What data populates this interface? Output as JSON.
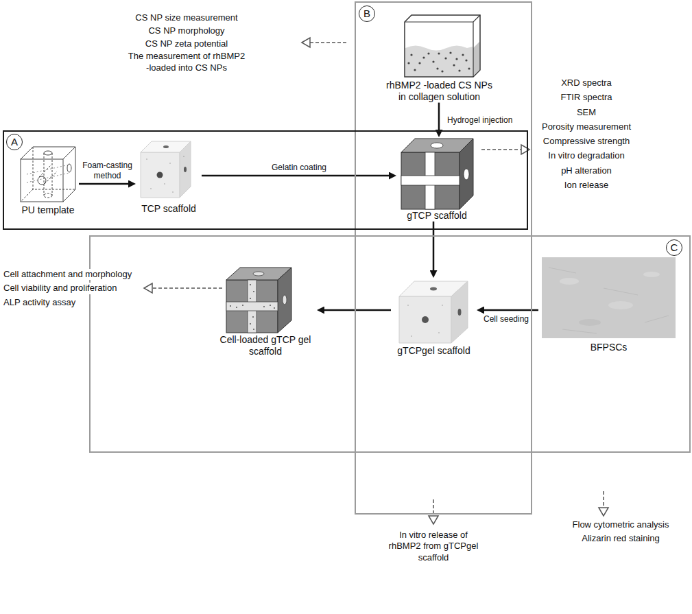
{
  "diagram": {
    "nodes": [
      {
        "text": [
          "B"
        ]
      },
      {
        "text": [
          "rhBMP2 -loaded CS NPs in collagen solution"
        ],
        "in": 0
      },
      {
        "text": [
          "A"
        ]
      },
      {
        "text": [
          "PU template"
        ],
        "in": 2
      },
      {
        "text": [
          "TCP scaffold"
        ],
        "in": 2
      },
      {
        "text": [
          "gTCP scaffold"
        ],
        "in": 2
      },
      {
        "text": [
          "C"
        ]
      },
      {
        "text": [
          "Cell-loaded gTCP gel scaffold"
        ],
        "in": 6
      },
      {
        "text": [
          "gTCPgel scaffold"
        ],
        "in": 6
      },
      {
        "text": [
          "BFPSCs"
        ],
        "in": 6
      }
    ],
    "edges": [
      {
        "from": 3,
        "to": 4,
        "arrow": "to",
        "label": "Foam-casting method"
      },
      {
        "from": 4,
        "to": 5,
        "arrow": "to",
        "label": "Gelatin coating"
      },
      {
        "from": 1,
        "to": 5,
        "arrow": "to",
        "label": "Hydrogel injection"
      },
      {
        "from": 5,
        "to": 8,
        "arrow": "to"
      },
      {
        "from": 9,
        "to": 8,
        "arrow": "to",
        "label": "Cell seeding"
      },
      {
        "from": 8,
        "to": 7,
        "arrow": "to"
      }
    ],
    "labels": [
      "CS NP size measurement",
      "CS NP morphology",
      "CS NP zeta potential",
      "The measurement of rhBMP2 -loaded into CS NPs",
      "XRD spectra",
      "FTIR spectra",
      "SEM",
      "Porosity measurement",
      "Compressive strength",
      "In vitro degradation",
      "pH alteration",
      "Ion release",
      "Cell attachment and morphology",
      "Cell viability and proliferation",
      "ALP activity assay",
      "In vitro release of rhBMP2 from gTCPgel scaffold",
      "Flow cytometric analysis",
      "Alizarin red staining"
    ]
  }
}
